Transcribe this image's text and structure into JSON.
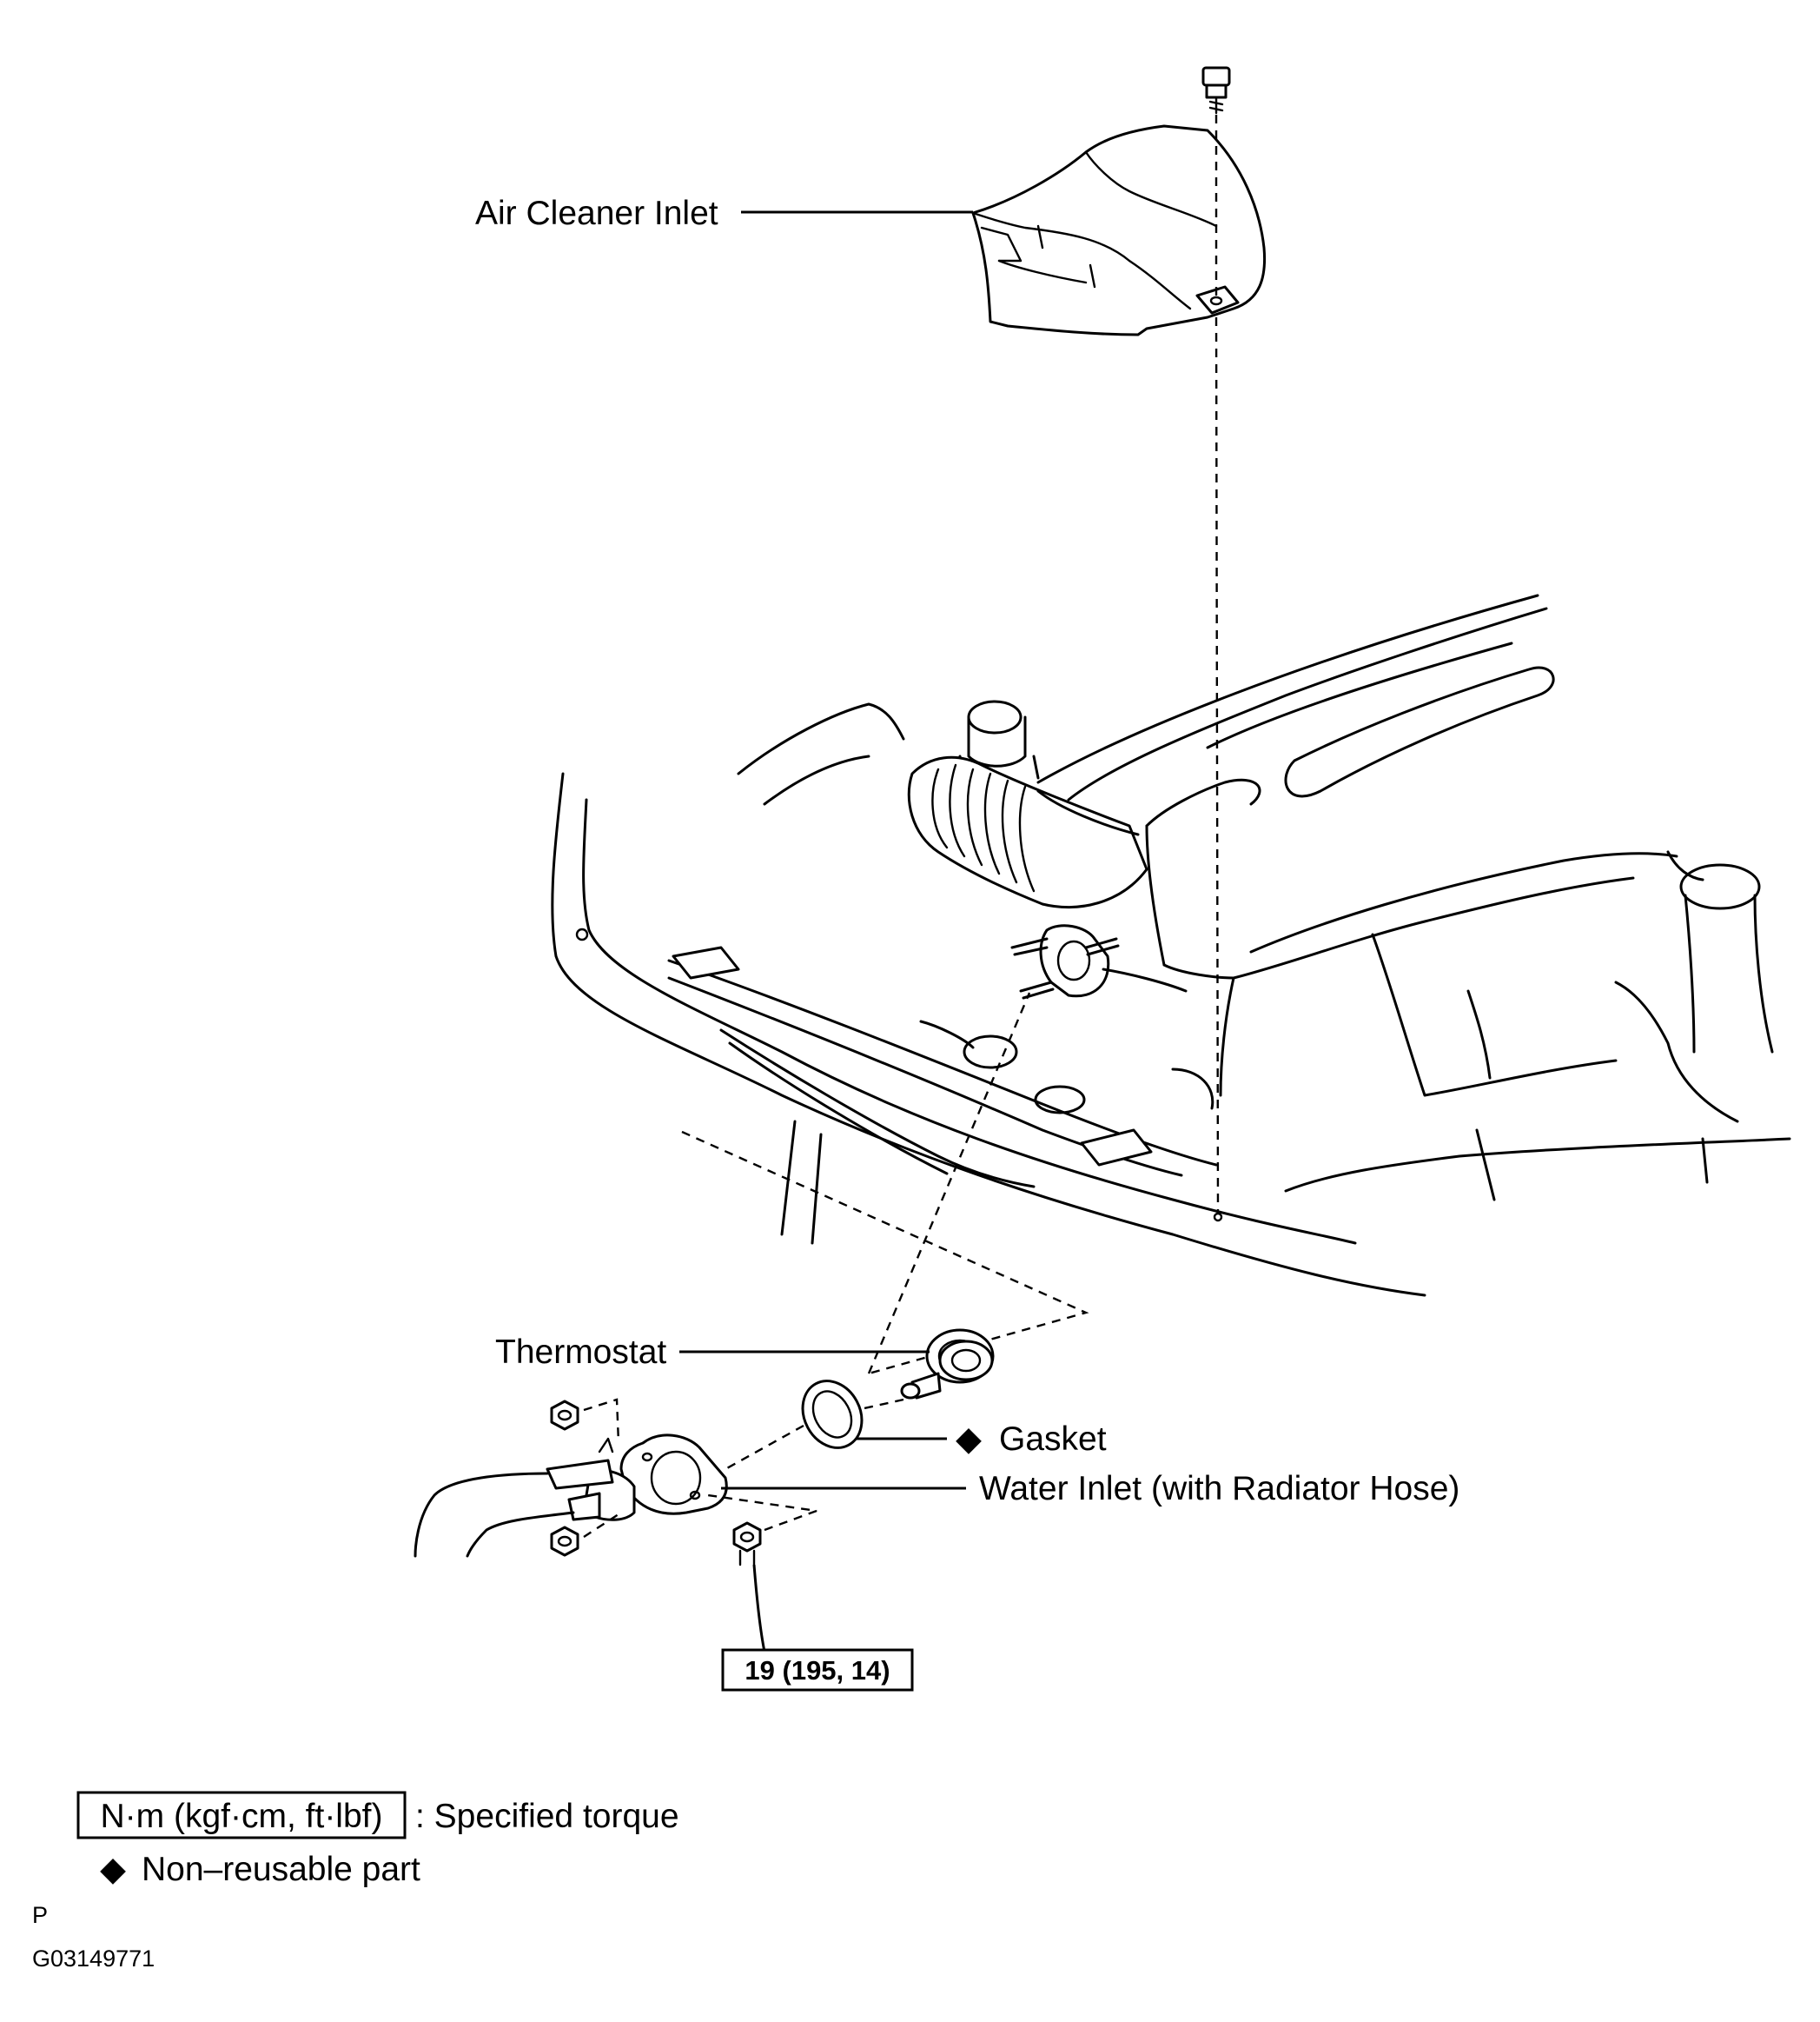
{
  "labels": {
    "air_cleaner_inlet": "Air Cleaner Inlet",
    "thermostat": "Thermostat",
    "gasket": "Gasket",
    "water_inlet": "Water Inlet (with Radiator Hose)",
    "torque_value": "19 (195, 14)"
  },
  "legend": {
    "torque_box": "N·m (kgf·cm, ft·lbf)",
    "torque_desc": ": Specified torque",
    "non_reusable": "Non–reusable part"
  },
  "footer": {
    "letter": "P",
    "code": "G03149771"
  },
  "symbols": {
    "non_reusable_marker": "◆"
  }
}
